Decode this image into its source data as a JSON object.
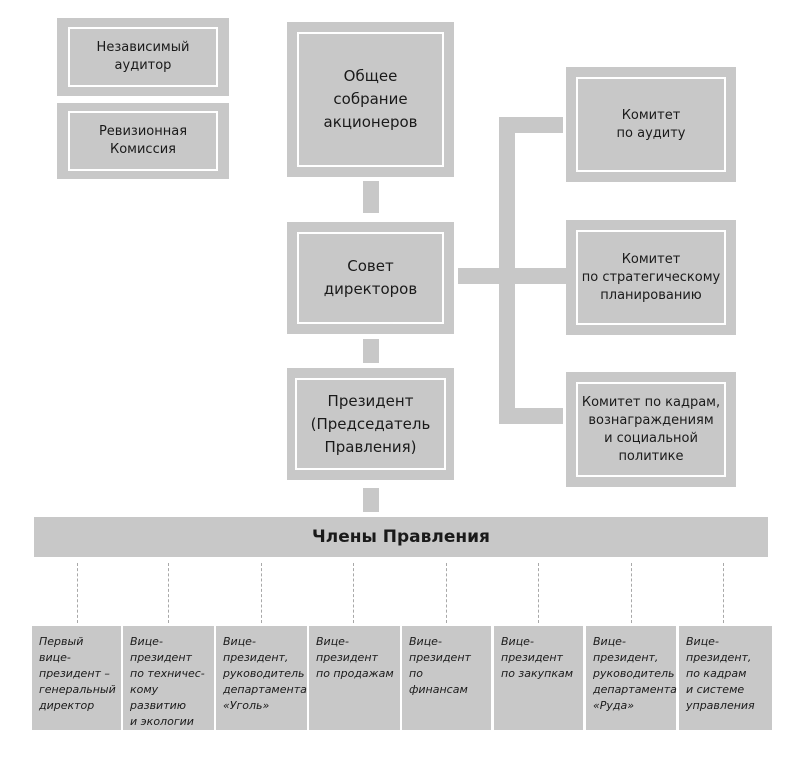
{
  "left_boxes": {
    "auditor": "Независимый\nаудитор",
    "revision": "Ревизионная\nКомиссия"
  },
  "center_boxes": {
    "shareholders": "Общее\nсобрание\nакционеров",
    "board": "Совет\nдиректоров",
    "president": "Президент\n(Председатель\nПравления)"
  },
  "committees": [
    "Комитет\nпо аудиту",
    "Комитет\nпо стратегическому\nпланированию",
    "Комитет по кадрам,\nвознаграждениям\nи социальной\nполитике"
  ],
  "board_members_bar": "Члены Правления",
  "members": [
    "Первый\nвице-\nпрезидент –\nгенеральный\nдиректор",
    "Вице-\nпрезидент\nпо техничес-\nкому развитию\nи экологии",
    "Вице-\nпрезидент,\nруководитель\nдепартамента\n«Уголь»",
    "Вице-\nпрезидент\nпо продажам",
    "Вице-\nпрезидент\nпо финансам",
    "Вице-\nпрезидент\nпо закупкам",
    "Вице-\nпрезидент,\nруководитель\nдепартамента\n«Руда»",
    "Вице-\nпрезидент,\nпо кадрам\nи системе\nуправления"
  ]
}
